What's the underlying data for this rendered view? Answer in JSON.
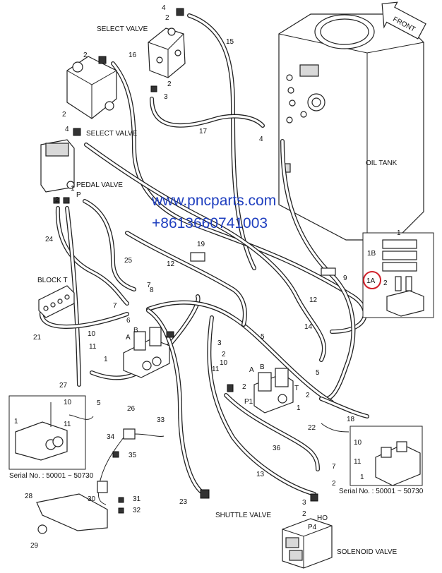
{
  "titles": {
    "select_valve_top": "SELECT VALVE",
    "select_valve_left": "SELECT VALVE",
    "pedal_valve": "PEDAL VALVE",
    "oil_tank": "OIL TANK",
    "block_t": "BLOCK T",
    "shuttle_valve": "SHUTTLE VALVE",
    "solenoid_valve": "SOLENOID VALVE",
    "front": "FRONT"
  },
  "watermark": {
    "url": "www.pncparts.com",
    "phone": "+8613660741003"
  },
  "serials": {
    "left": "Serial No. : 50001 ~ 50730",
    "right": "Serial No. : 50001 ~ 50730"
  },
  "part_numbers": {
    "n4_top": "4",
    "n2_top": "2",
    "n15": "15",
    "n2_sv_left": "2",
    "n16": "16",
    "n2_sv_top_a": "2",
    "n3_sv_top": "3",
    "n2_sv_left_b": "2",
    "n4_sv_left": "4",
    "n17": "17",
    "n4_tank": "4",
    "n1_pv": "1",
    "p_pv": "P",
    "n2_pv": "2",
    "n24": "24",
    "n19": "19",
    "n25": "25",
    "n12_left": "12",
    "n9": "9",
    "n12_right": "12",
    "n7_block": "7",
    "n8": "8",
    "n7_b": "7",
    "n21": "21",
    "n10_a": "10",
    "n11_a": "11",
    "n6": "6",
    "b_valve": "B",
    "a_valve": "A",
    "n1_valve": "1",
    "n27": "27",
    "n5_a": "5",
    "n26": "26",
    "n14": "14",
    "n3_mid": "3",
    "n2_mid": "2",
    "n5_mid": "5",
    "n10_mid": "10",
    "n11_mid": "11",
    "a_mid": "A",
    "b_mid": "B",
    "n2_mid_b": "2",
    "p1": "P1",
    "t_mid": "T",
    "n1_mid": "1",
    "n2_mid_c": "2",
    "n5_right": "5",
    "n18": "18",
    "n33": "33",
    "n34": "34",
    "n35": "35",
    "n36": "36",
    "n22": "22",
    "n13": "13",
    "n7_right": "7",
    "n2_right": "2",
    "n28": "28",
    "n30": "30",
    "n31": "31",
    "n32": "32",
    "n29": "29",
    "n23": "23",
    "n3_bottom": "3",
    "n2_bottom": "2",
    "p4": "P4",
    "ho": "HO",
    "inset_left_10": "10",
    "inset_left_11": "11",
    "inset_left_1": "1",
    "inset_top_1": "1",
    "inset_top_1b": "1B",
    "inset_top_1a": "1A",
    "inset_top_2": "2",
    "inset_right_10": "10",
    "inset_right_11": "11",
    "inset_right_1": "1"
  },
  "colors": {
    "ink": "#222222",
    "watermark": "#1f3fbf",
    "highlight_circle": "#d0202a"
  }
}
